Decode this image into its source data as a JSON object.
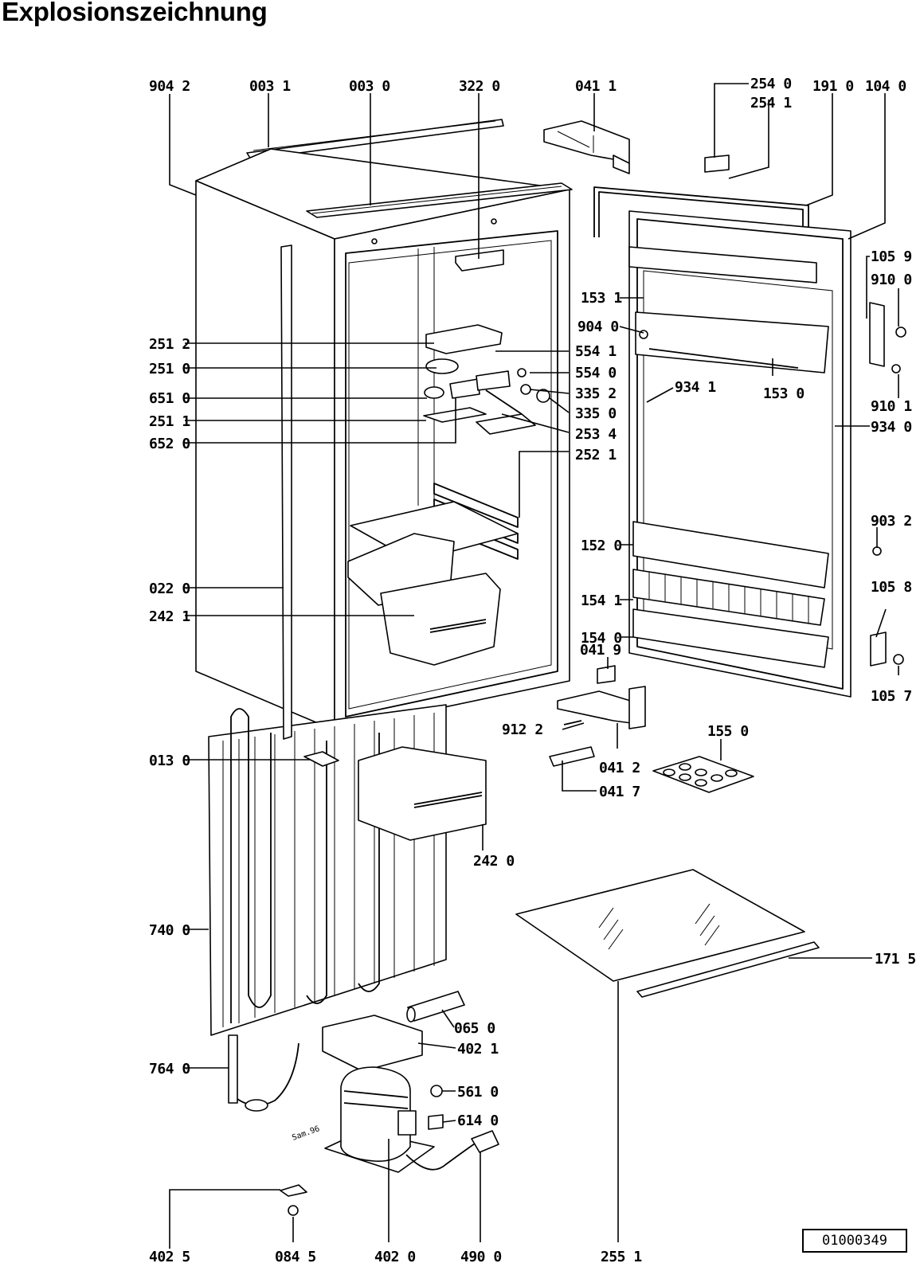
{
  "title": "Explosionszeichnung",
  "document_number": "01000349",
  "stamp": "Sam.96",
  "labels": {
    "l_9042": "904 2",
    "l_0031": "003 1",
    "l_0030": "003 0",
    "l_3220": "322 0",
    "l_0411": "041 1",
    "l_2540": "254 0",
    "l_2541": "254 1",
    "l_1910": "191 0",
    "l_1040": "104 0",
    "l_1059": "105 9",
    "l_9100": "910 0",
    "l_1531": "153 1",
    "l_9040": "904 0",
    "l_2512": "251 2",
    "l_5541": "554 1",
    "l_2510": "251 0",
    "l_5540": "554 0",
    "l_6510": "651 0",
    "l_3352": "335 2",
    "l_9341": "934 1",
    "l_1530": "153 0",
    "l_9101": "910 1",
    "l_3350": "335 0",
    "l_2511": "251 1",
    "l_2534": "253 4",
    "l_9340": "934 0",
    "l_6520": "652 0",
    "l_2521": "252 1",
    "l_9032": "903 2",
    "l_1520": "152 0",
    "l_0220": "022 0",
    "l_1058": "105 8",
    "l_1541": "154 1",
    "l_2421": "242 1",
    "l_1540": "154 0",
    "l_0419": "041 9",
    "l_1057": "105 7",
    "l_9122": "912 2",
    "l_1550": "155 0",
    "l_0130": "013 0",
    "l_0412": "041 2",
    "l_0417": "041 7",
    "l_2420": "242 0",
    "l_7400": "740 0",
    "l_1715": "171 5",
    "l_0650": "065 0",
    "l_4021": "402 1",
    "l_7640": "764 0",
    "l_5610": "561 0",
    "l_6140": "614 0",
    "l_4025": "402 5",
    "l_0845": "084 5",
    "l_4020": "402 0",
    "l_4900": "490 0",
    "l_2551": "255 1"
  }
}
